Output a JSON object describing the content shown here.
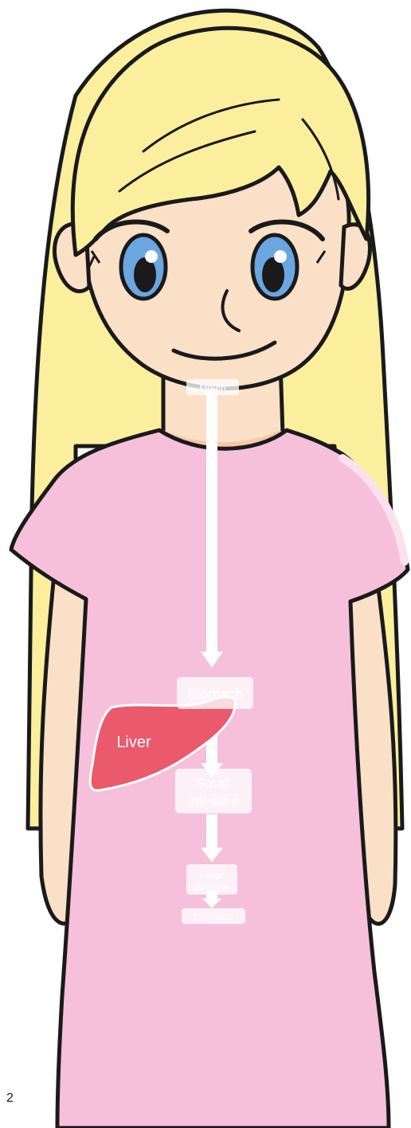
{
  "diagram": {
    "labels": {
      "mouth": "Mouth",
      "stomach": "Stomach",
      "liver": "Liver",
      "small_intestine_line1": "Small",
      "small_intestine_line2": "intestine",
      "large_intestine_line1": "Large",
      "large_intestine_line2": "intestine",
      "excretion": "Excretion"
    },
    "page_number": "2"
  },
  "colors": {
    "skin": "#fbe0c8",
    "hair": "#fbef9e",
    "dress": "#f6c0da",
    "liver": "#ea5a6c",
    "eye": "#6aa6e0",
    "outline": "#1a1a1a",
    "flow": "#ffffff"
  }
}
